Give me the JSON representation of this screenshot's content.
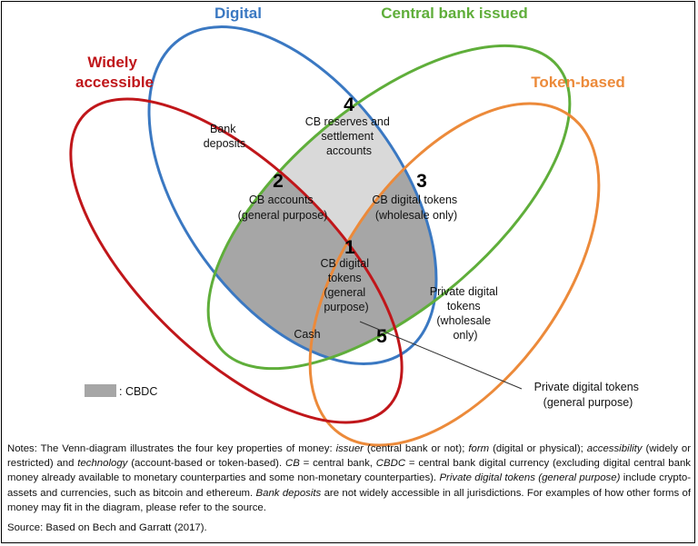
{
  "diagram": {
    "set_titles": {
      "digital": {
        "text": "Digital",
        "color": "#3a78c2"
      },
      "central_bank_issued": {
        "text": "Central bank issued",
        "color": "#5fae3a"
      },
      "widely_accessible": {
        "text": [
          "Widely",
          "accessible"
        ],
        "color": "#c0161a"
      },
      "token_based": {
        "text": "Token-based",
        "color": "#ec8a3a"
      }
    },
    "regions": {
      "r4": {
        "number": "4",
        "label": [
          "CB reserves and",
          "settlement",
          "accounts"
        ]
      },
      "r2": {
        "number": "2",
        "label": [
          "CB accounts",
          "(general purpose)"
        ]
      },
      "r3": {
        "number": "3",
        "label": [
          "CB digital tokens",
          "(wholesale only)"
        ]
      },
      "r1": {
        "number": "1",
        "label": [
          "CB digital",
          "tokens",
          "(general",
          "purpose)"
        ]
      },
      "r5": {
        "number": "5"
      }
    },
    "labels": {
      "bank_deposits": [
        "Bank",
        "deposits"
      ],
      "cash": "Cash",
      "private_wholesale": [
        "Private digital",
        "tokens",
        "(wholesale",
        "only)"
      ],
      "private_general": [
        "Private digital tokens",
        "(general purpose)"
      ]
    },
    "legend": {
      "label": ": CBDC",
      "swatch_color": "#a6a6a6"
    },
    "colors": {
      "cbdc_fill": "#a6a6a6",
      "reserves_fill": "#d9d9d9"
    }
  },
  "notes": {
    "segments": [
      {
        "t": "Notes: The Venn-diagram illustrates the four key properties of money: ",
        "i": false
      },
      {
        "t": "issuer",
        "i": true
      },
      {
        "t": " (central bank or not); ",
        "i": false
      },
      {
        "t": "form",
        "i": true
      },
      {
        "t": " (digital or physical); ",
        "i": false
      },
      {
        "t": "accessibility",
        "i": true
      },
      {
        "t": " (widely or restricted) and ",
        "i": false
      },
      {
        "t": "technology",
        "i": true
      },
      {
        "t": " (account-based or token-based). ",
        "i": false
      },
      {
        "t": "CB",
        "i": true
      },
      {
        "t": " = central bank, ",
        "i": false
      },
      {
        "t": "CBDC",
        "i": true
      },
      {
        "t": " = central bank digital currency (excluding digital central bank money already available to monetary counterparties and some non-monetary counterparties). ",
        "i": false
      },
      {
        "t": "Private digital tokens (general purpose)",
        "i": true
      },
      {
        "t": " include crypto-assets and currencies, such as bitcoin and ethereum. ",
        "i": false
      },
      {
        "t": "Bank deposits",
        "i": true
      },
      {
        "t": " are not widely accessible in all jurisdictions. For examples of how other forms of money may fit in the diagram, please refer to the source.",
        "i": false
      }
    ],
    "source": "Source: Based on Bech and Garratt (2017)."
  }
}
